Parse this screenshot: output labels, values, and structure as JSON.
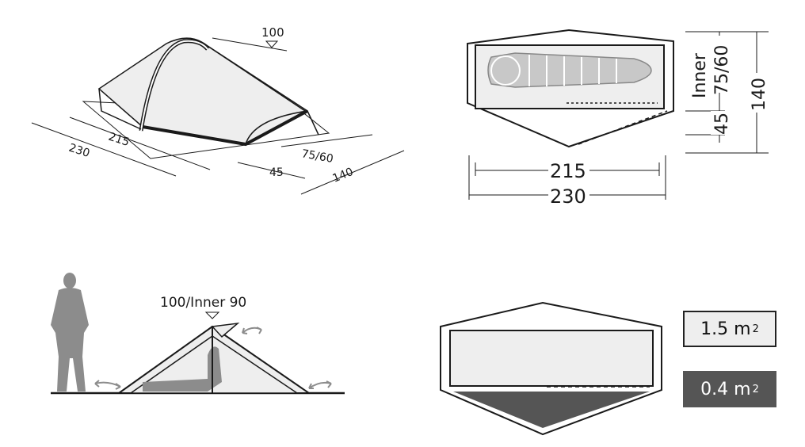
{
  "perspective_view": {
    "height_label": "100",
    "length_inner_label": "215",
    "length_outer_label": "230",
    "vestibule_label": "45",
    "entrance_height_label": "75/60",
    "width_label": "140"
  },
  "top_view": {
    "inner_length_label": "215",
    "outer_length_label": "230",
    "inner_side_label": "Inner",
    "inner_height_label": "75/60",
    "vestibule_label": "45",
    "width_label": "140"
  },
  "side_view": {
    "height_label": "100/Inner 90"
  },
  "area": {
    "inner_area_value": "1.5 m",
    "inner_area_sup": "2",
    "vestibule_area_value": "0.4 m",
    "vestibule_area_sup": "2"
  },
  "colors": {
    "fill_light": "#eeeeee",
    "fill_dark": "#555555",
    "person": "#8c8c8c",
    "line": "#1a1a1a"
  }
}
